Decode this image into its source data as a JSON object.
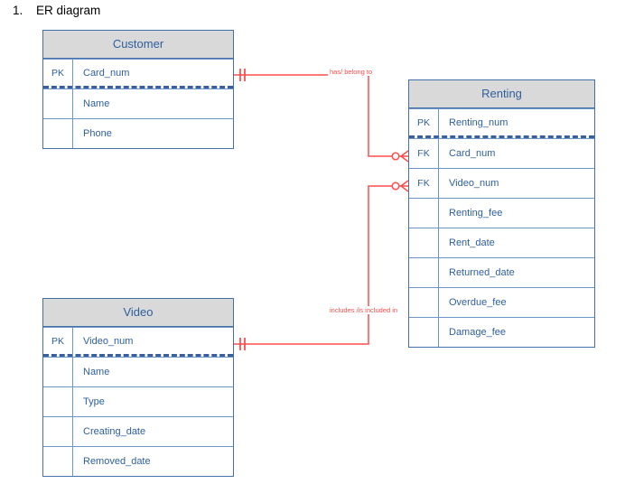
{
  "heading": {
    "number": "1.",
    "text": "ER diagram"
  },
  "colors": {
    "entity_border": "#4472a8",
    "entity_header_bg": "#d9d9d9",
    "entity_text": "#2e5f9e",
    "relationship_line": "#ff4d4d",
    "pk_separator": "#3a5fa0"
  },
  "entities": [
    {
      "id": "customer",
      "title": "Customer",
      "attributes": [
        {
          "key": "PK",
          "name": "Card_num"
        },
        {
          "key": "",
          "name": "Name"
        },
        {
          "key": "",
          "name": "Phone"
        }
      ]
    },
    {
      "id": "renting",
      "title": "Renting",
      "attributes": [
        {
          "key": "PK",
          "name": "Renting_num"
        },
        {
          "key": "FK",
          "name": "Card_num"
        },
        {
          "key": "FK",
          "name": "Video_num"
        },
        {
          "key": "",
          "name": "Renting_fee"
        },
        {
          "key": "",
          "name": "Rent_date"
        },
        {
          "key": "",
          "name": "Returned_date"
        },
        {
          "key": "",
          "name": "Overdue_fee"
        },
        {
          "key": "",
          "name": "Damage_fee"
        }
      ]
    },
    {
      "id": "video",
      "title": "Video",
      "attributes": [
        {
          "key": "PK",
          "name": "Video_num"
        },
        {
          "key": "",
          "name": "Name"
        },
        {
          "key": "",
          "name": "Type"
        },
        {
          "key": "",
          "name": "Creating_date"
        },
        {
          "key": "",
          "name": "Removed_date"
        }
      ]
    }
  ],
  "relationships": [
    {
      "id": "customer-renting",
      "label": "has/ belong to",
      "from_entity": "Customer",
      "from_attribute": "Card_num",
      "from_cardinality": "one-and-only-one",
      "to_entity": "Renting",
      "to_attribute": "Card_num",
      "to_cardinality": "zero-or-many"
    },
    {
      "id": "video-renting",
      "label": "includes /is included in",
      "from_entity": "Video",
      "from_attribute": "Video_num",
      "from_cardinality": "one-and-only-one",
      "to_entity": "Renting",
      "to_attribute": "Video_num",
      "to_cardinality": "zero-or-many"
    }
  ]
}
